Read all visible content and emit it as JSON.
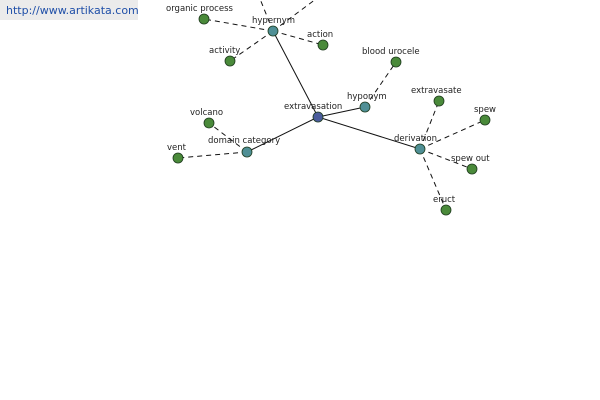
{
  "banner": {
    "text": "http://www.artikata.com"
  },
  "colors": {
    "center_node": "#4a5c9c",
    "relation_node": "#4f8f95",
    "leaf_node": "#4a8a3a",
    "node_stroke": "#1d3a1d",
    "edge": "#111111"
  },
  "nodes": [
    {
      "id": "extravasation",
      "label": "extravasation",
      "kind": "center"
    },
    {
      "id": "hypernym",
      "label": "hypernym",
      "kind": "relation"
    },
    {
      "id": "hyponym",
      "label": "hyponym",
      "kind": "relation"
    },
    {
      "id": "derivation",
      "label": "derivation",
      "kind": "relation"
    },
    {
      "id": "domain-category",
      "label": "domain category",
      "kind": "relation"
    },
    {
      "id": "organic-process",
      "label": "organic process",
      "kind": "leaf"
    },
    {
      "id": "action",
      "label": "action",
      "kind": "leaf"
    },
    {
      "id": "activity",
      "label": "activity",
      "kind": "leaf"
    },
    {
      "id": "blood-urocele",
      "label": "blood urocele",
      "kind": "leaf"
    },
    {
      "id": "extravasate",
      "label": "extravasate",
      "kind": "leaf"
    },
    {
      "id": "spew",
      "label": "spew",
      "kind": "leaf"
    },
    {
      "id": "spew-out",
      "label": "spew out",
      "kind": "leaf"
    },
    {
      "id": "eruct",
      "label": "eruct",
      "kind": "leaf"
    },
    {
      "id": "volcano",
      "label": "volcano",
      "kind": "leaf"
    },
    {
      "id": "vent",
      "label": "vent",
      "kind": "leaf"
    }
  ],
  "edges": [
    {
      "from": "extravasation",
      "to": "hypernym",
      "style": "solid"
    },
    {
      "from": "extravasation",
      "to": "hyponym",
      "style": "solid"
    },
    {
      "from": "extravasation",
      "to": "derivation",
      "style": "solid"
    },
    {
      "from": "extravasation",
      "to": "domain-category",
      "style": "solid"
    },
    {
      "from": "hypernym",
      "to": "organic-process",
      "style": "dashed"
    },
    {
      "from": "hypernym",
      "to": "action",
      "style": "dashed"
    },
    {
      "from": "hypernym",
      "to": "activity",
      "style": "dashed"
    },
    {
      "from": "hypernym",
      "to": "offscreen-a",
      "style": "dashed"
    },
    {
      "from": "hypernym",
      "to": "offscreen-b",
      "style": "dashed"
    },
    {
      "from": "hyponym",
      "to": "blood-urocele",
      "style": "dashed"
    },
    {
      "from": "derivation",
      "to": "extravasate",
      "style": "dashed"
    },
    {
      "from": "derivation",
      "to": "spew",
      "style": "dashed"
    },
    {
      "from": "derivation",
      "to": "spew-out",
      "style": "dashed"
    },
    {
      "from": "derivation",
      "to": "eruct",
      "style": "dashed"
    },
    {
      "from": "domain-category",
      "to": "volcano",
      "style": "dashed"
    },
    {
      "from": "domain-category",
      "to": "vent",
      "style": "dashed"
    }
  ]
}
